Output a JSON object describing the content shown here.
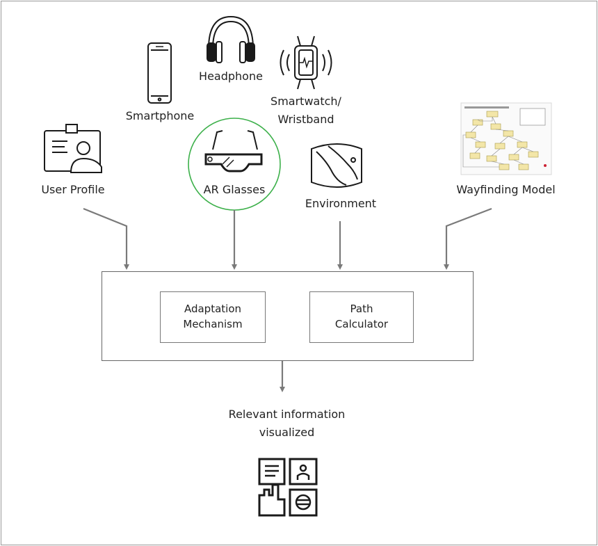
{
  "inputs": {
    "smartphone": "Smartphone",
    "headphone": "Headphone",
    "smartwatch_line1": "Smartwatch/",
    "smartwatch_line2": "Wristband",
    "user_profile": "User Profile",
    "ar_glasses": "AR Glasses",
    "environment": "Environment",
    "wayfinding_model": "Wayfinding Model"
  },
  "system": {
    "adaptation_line1": "Adaptation",
    "adaptation_line2": "Mechanism",
    "path_line1": "Path",
    "path_line2": "Calculator"
  },
  "output": {
    "line1": "Relevant information",
    "line2": "visualized"
  },
  "colors": {
    "frame": "#777777",
    "arrow": "#7a7a7a",
    "glasses_circle": "#3cb04a",
    "icon": "#1a1a1a"
  },
  "icons": [
    "smartphone-icon",
    "headphone-icon",
    "smartwatch-icon",
    "user-profile-icon",
    "ar-glasses-icon",
    "environment-map-icon",
    "wayfinding-model-thumbnail",
    "information-display-icon"
  ]
}
